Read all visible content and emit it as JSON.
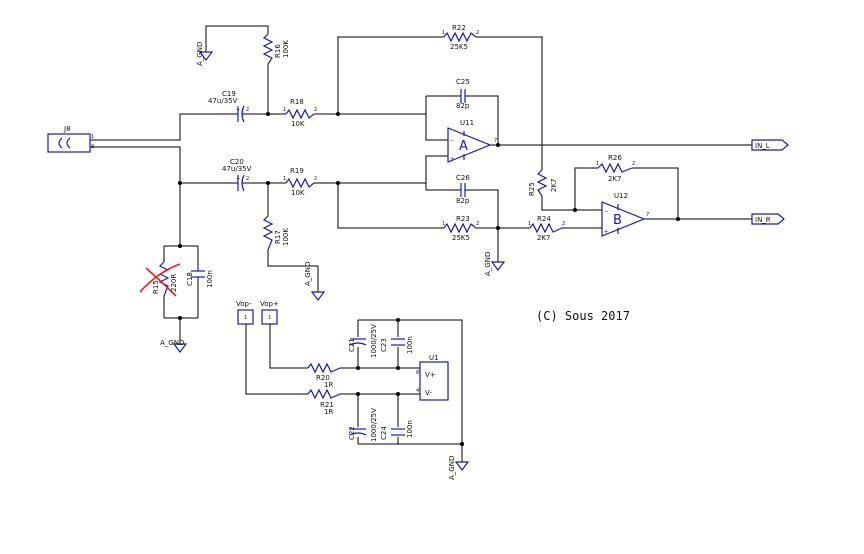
{
  "labels": {
    "agnd1": "A_GND",
    "agnd2": "A_GND",
    "agnd3": "A_GND",
    "agnd4": "A_GND",
    "agnd5": "A_GND",
    "r16": "R16",
    "r16v": "100K",
    "r22": "R22",
    "r22v": "25K5",
    "c25": "C25",
    "c25v": "82p",
    "c19": "C19",
    "c19v": "47u/35V",
    "r18": "R18",
    "r18v": "10K",
    "u11": "U11",
    "j8": "J8",
    "inl": "IN_L",
    "r26": "R26",
    "r26v": "2K7",
    "c20": "C20",
    "c20v": "47u/35V",
    "r19": "R19",
    "r19v": "10K",
    "c26": "C26",
    "c26v": "82p",
    "r25": "R25",
    "r25v": "2K7",
    "u12": "U12",
    "r23": "R23",
    "r23v": "25K5",
    "r24": "R24",
    "r24v": "2K7",
    "inr": "IN_R",
    "r17": "R17",
    "r17v": "100K",
    "r15": "R15",
    "r15v": "220R",
    "c18": "C18",
    "c18v": "100n",
    "vopm": "Vop-",
    "vopp": "Vop+",
    "c21": "C21",
    "c21v": "1000/25V",
    "c23": "C23",
    "c23v": "100n",
    "u1": "U1",
    "vplus": "V+",
    "vminus": "V-",
    "r20": "R20",
    "r20v": "1R",
    "r21": "R21",
    "r21v": "1R",
    "c22": "C22",
    "c22v": "1000/25V",
    "c24": "C24",
    "c24v": "100n",
    "oa": "A",
    "ob": "B",
    "copyright": "(C) Sous 2017"
  },
  "colors": {
    "wire": "#000000",
    "symbol": "#1a1ab0",
    "strike": "#e02020"
  }
}
